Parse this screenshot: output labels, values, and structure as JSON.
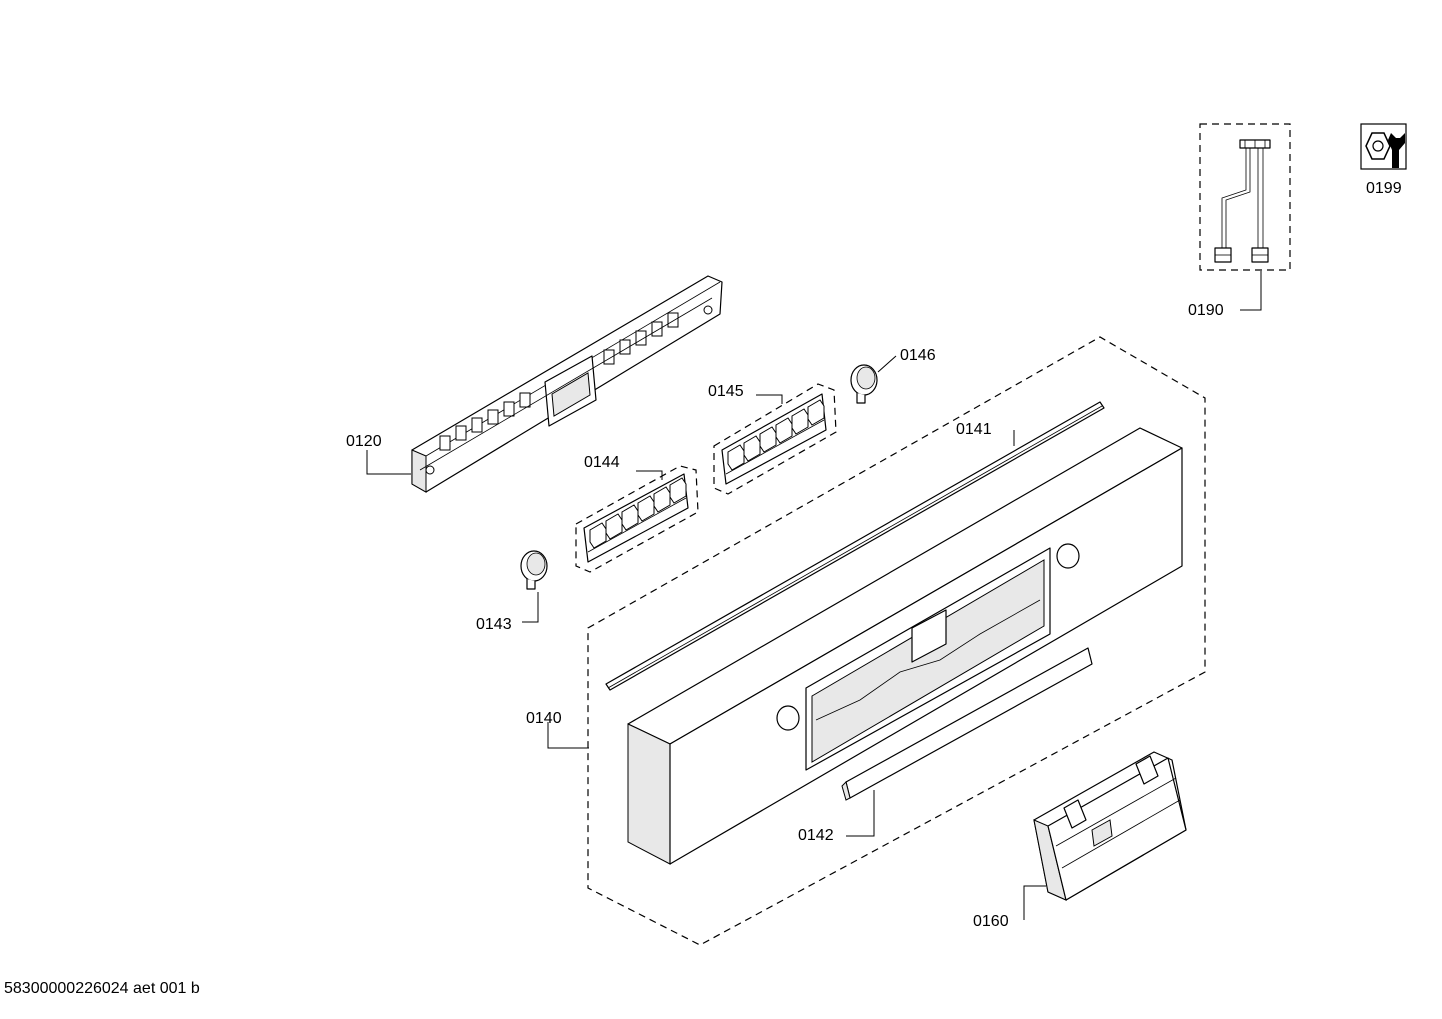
{
  "parts": [
    {
      "id": "0120"
    },
    {
      "id": "0140"
    },
    {
      "id": "0141"
    },
    {
      "id": "0142"
    },
    {
      "id": "0143"
    },
    {
      "id": "0144"
    },
    {
      "id": "0145"
    },
    {
      "id": "0146"
    },
    {
      "id": "0160"
    },
    {
      "id": "0190"
    },
    {
      "id": "0199"
    }
  ],
  "document_ref": "58300000226024 aet 001 b",
  "icons": {
    "service": "nut-and-wrench-icon"
  }
}
